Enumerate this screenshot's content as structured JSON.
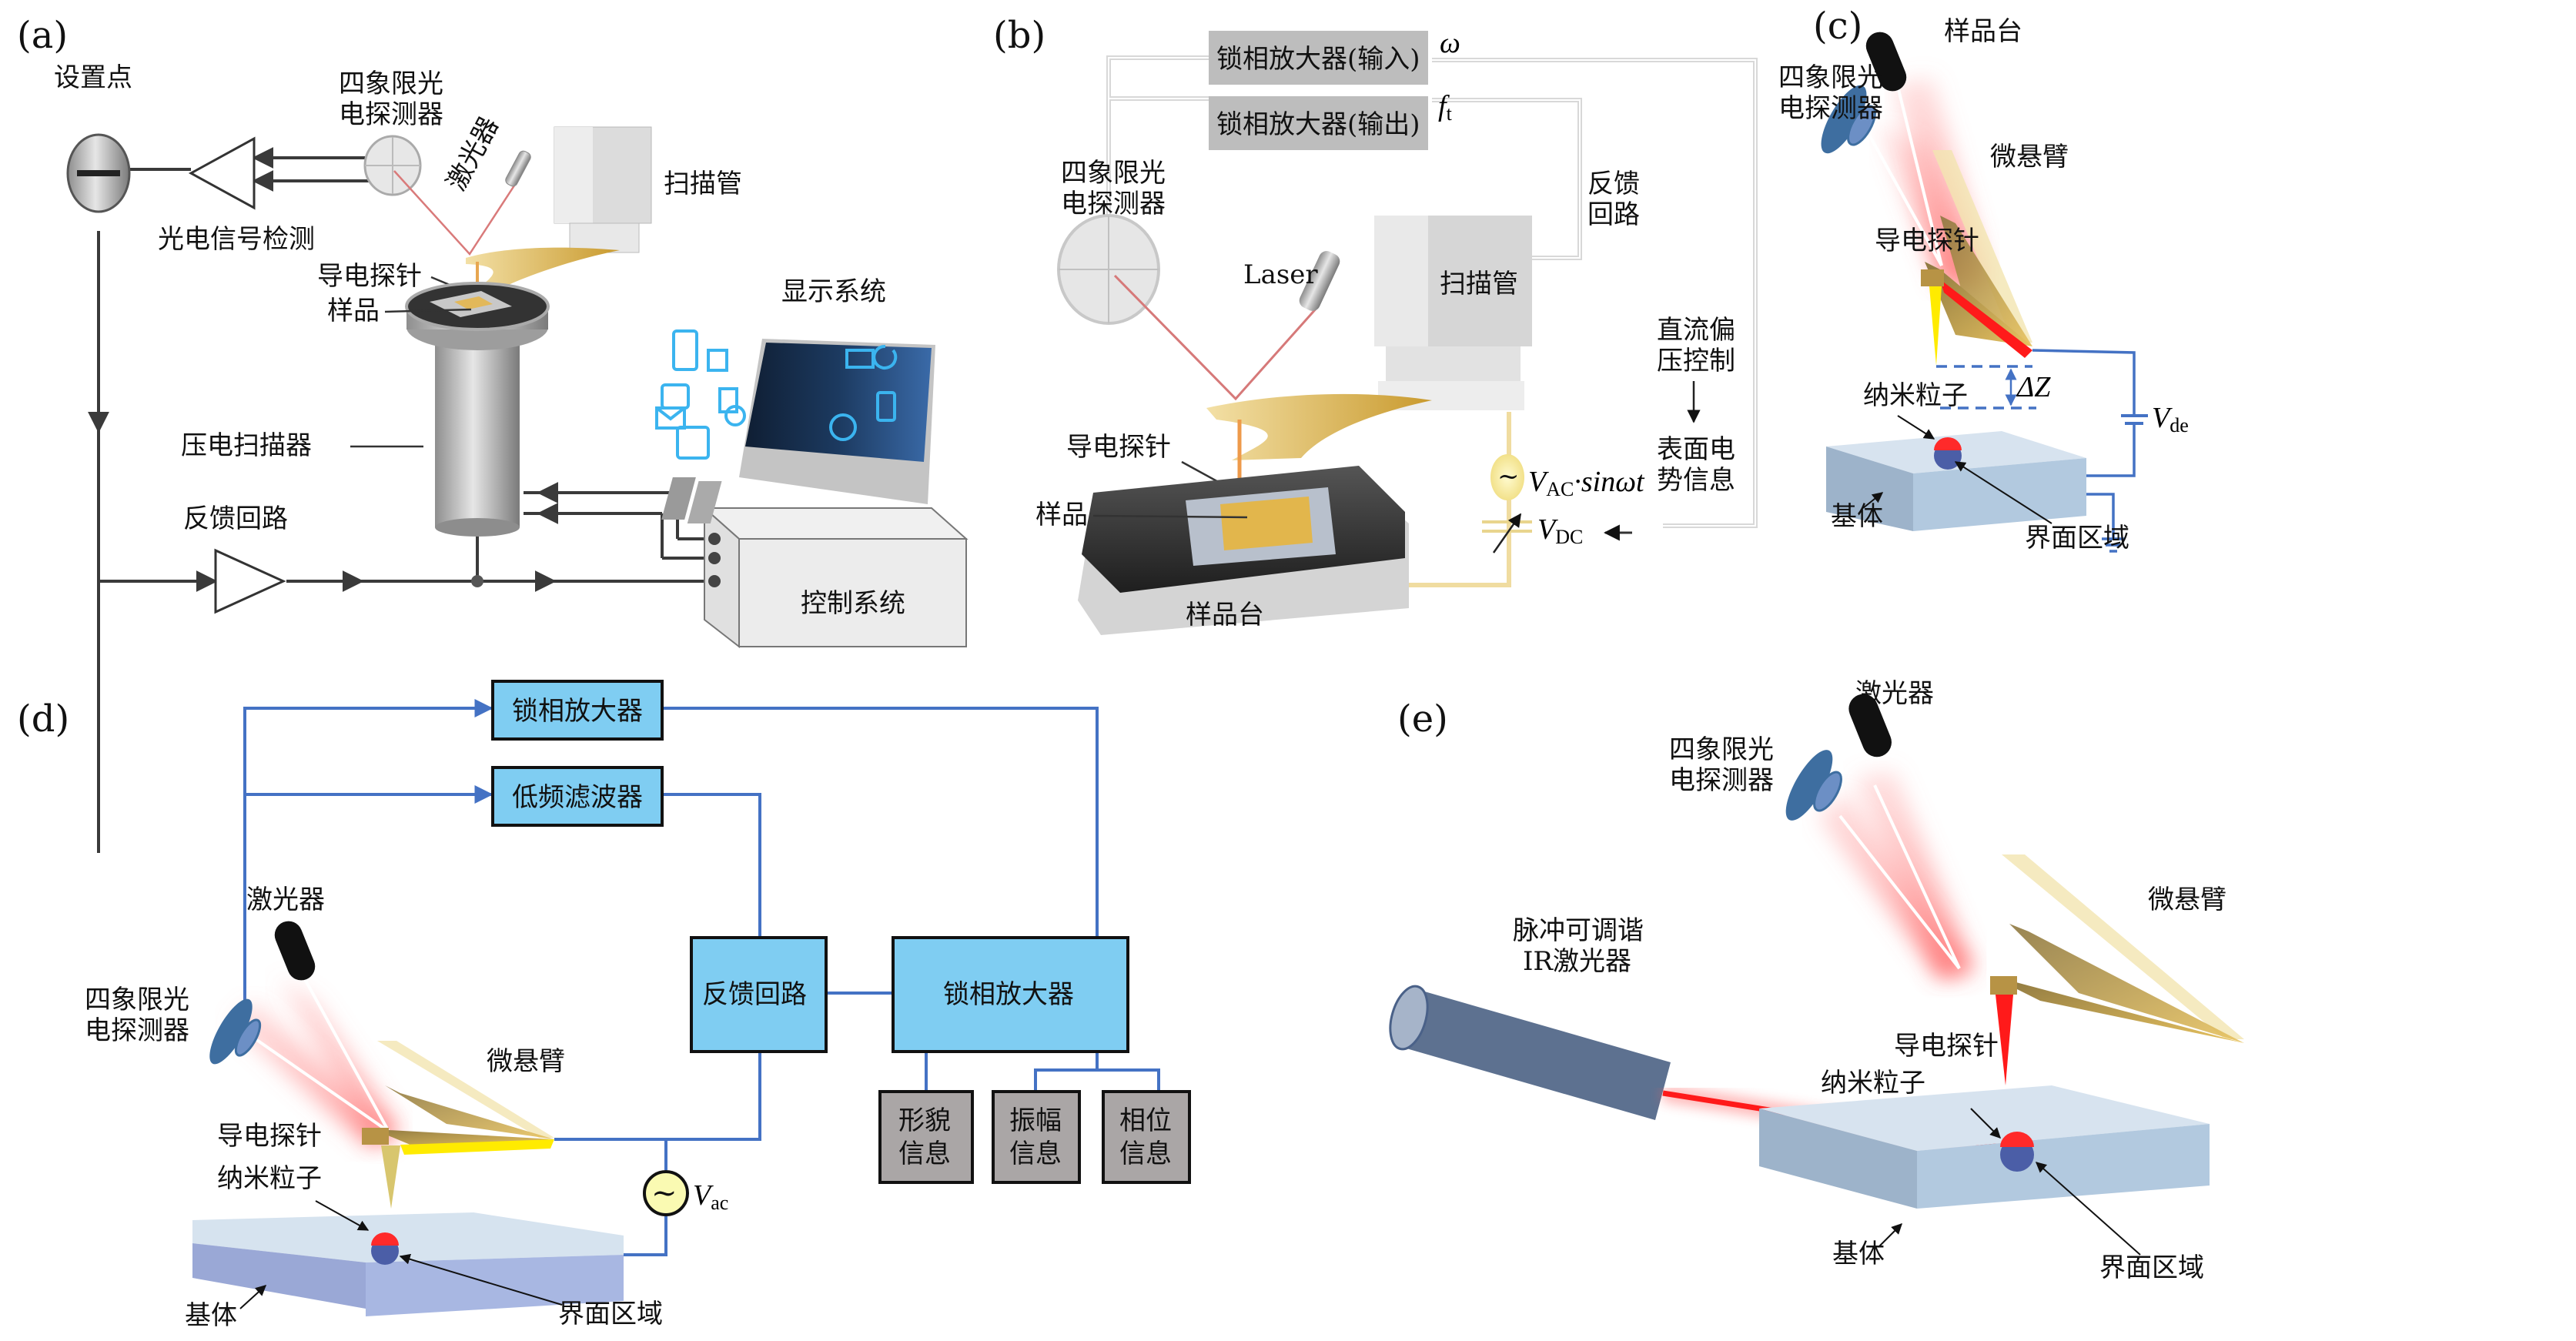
{
  "figure": {
    "panels": {
      "a": {
        "tag": "(a)",
        "labels": {
          "setpoint": "设置点",
          "qpd_line1": "四象限光",
          "qpd_line2": "电探测器",
          "laser": "激光器",
          "scan_tube": "扫描管",
          "photo_signal": "光电信号检测",
          "probe": "导电探针",
          "sample": "样品",
          "display": "显示系统",
          "piezo": "压电扫描器",
          "feedback": "反馈回路",
          "control": "控制系统",
          "comparator_symbol": "—"
        }
      },
      "b": {
        "tag": "(b)",
        "labels": {
          "lockin_in": "锁相放大器(输入)",
          "lockin_out": "锁相放大器(输出)",
          "omega": "ω",
          "ft_main": "f",
          "ft_sub": "t",
          "qpd_line1": "四象限光",
          "qpd_line2": "电探测器",
          "laser": "Laser",
          "scan_tube": "扫描管",
          "feedback_line1": "反馈",
          "feedback_line2": "回路",
          "dc_line1": "直流偏",
          "dc_line2": "压控制",
          "surface_line1": "表面电",
          "surface_line2": "势信息",
          "probe": "导电探针",
          "sample": "样品",
          "stage": "样品台",
          "vac_main": "V",
          "vac_sub": "AC",
          "vac_rest": "·sinωt",
          "vdc_main": "V",
          "vdc_sub": "DC",
          "ac_symbol": "~"
        }
      },
      "c": {
        "tag": "(c)",
        "labels": {
          "stage": "样品台",
          "qpd_line1": "四象限光",
          "qpd_line2": "电探测器",
          "cantilever": "微悬臂",
          "probe": "导电探针",
          "nanoparticle": "纳米粒子",
          "delta_z": "ΔZ",
          "vde_main": "V",
          "vde_sub": "de",
          "substrate": "基体",
          "interface": "界面区域"
        }
      },
      "d": {
        "tag": "(d)",
        "boxes": {
          "lockin_top": "锁相放大器",
          "lowpass": "低频滤波器",
          "feedback": "反馈回路",
          "lockin_right": "锁相放大器",
          "topo_line1": "形貌",
          "topo_line2": "信息",
          "amp_line1": "振幅",
          "amp_line2": "信息",
          "phase_line1": "相位",
          "phase_line2": "信息"
        },
        "labels": {
          "laser": "激光器",
          "qpd_line1": "四象限光",
          "qpd_line2": "电探测器",
          "cantilever": "微悬臂",
          "probe": "导电探针",
          "nanoparticle": "纳米粒子",
          "vac_main": "V",
          "vac_sub": "ac",
          "substrate": "基体",
          "interface": "界面区域",
          "ac_symbol": "~"
        }
      },
      "e": {
        "tag": "(e)",
        "labels": {
          "laser": "激光器",
          "qpd_line1": "四象限光",
          "qpd_line2": "电探测器",
          "cantilever": "微悬臂",
          "ir_line1": "脉冲可调谐",
          "ir_line2": "IR激光器",
          "probe": "导电探针",
          "nanoparticle": "纳米粒子",
          "substrate": "基体",
          "interface": "界面区域"
        }
      }
    },
    "colors": {
      "box_blue": "#7fcdf2",
      "wire_blue": "#4472c4",
      "box_gray": "#aaa6a6",
      "box_gray_b": "#bdbdbd",
      "nanoparticle_red": "#ff2a2a",
      "laser_pink": "#f3a0a0",
      "cantilever_gold": "#c9a24a"
    }
  }
}
